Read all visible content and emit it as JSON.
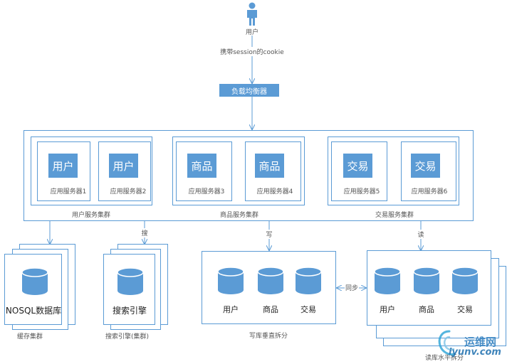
{
  "user": {
    "icon": "person-icon",
    "label": "用户"
  },
  "cookie_note": "携带session的cookie",
  "load_balancer": "负载均衡器",
  "clusters": [
    {
      "caption": "用户服务集群",
      "servers": [
        {
          "tile": "用户",
          "name": "应用服务器1"
        },
        {
          "tile": "用户",
          "name": "应用服务器2"
        }
      ]
    },
    {
      "caption": "商品服务集群",
      "servers": [
        {
          "tile": "商品",
          "name": "应用服务器3"
        },
        {
          "tile": "商品",
          "name": "应用服务器4"
        }
      ]
    },
    {
      "caption": "交易服务集群",
      "servers": [
        {
          "tile": "交易",
          "name": "应用服务器5"
        },
        {
          "tile": "交易",
          "name": "应用服务器6"
        }
      ]
    }
  ],
  "edges": {
    "search": "搜",
    "write": "写",
    "read": "读",
    "sync": "同步"
  },
  "cache": {
    "db": "NOSQL数据库",
    "caption": "缓存集群"
  },
  "search_engine": {
    "db": "搜索引擎",
    "caption": "搜索引擎(集群)"
  },
  "write_db": {
    "dbs": [
      "用户",
      "商品",
      "交易"
    ],
    "caption": "写库垂直拆分"
  },
  "read_db": {
    "dbs": [
      "用户",
      "商品",
      "交易"
    ],
    "caption": "读库水平拆分"
  },
  "watermark": {
    "name": "运维网",
    "url": "iyunv.com"
  },
  "colors": {
    "accent": "#5b9bd5",
    "line": "#5b9bd5"
  }
}
